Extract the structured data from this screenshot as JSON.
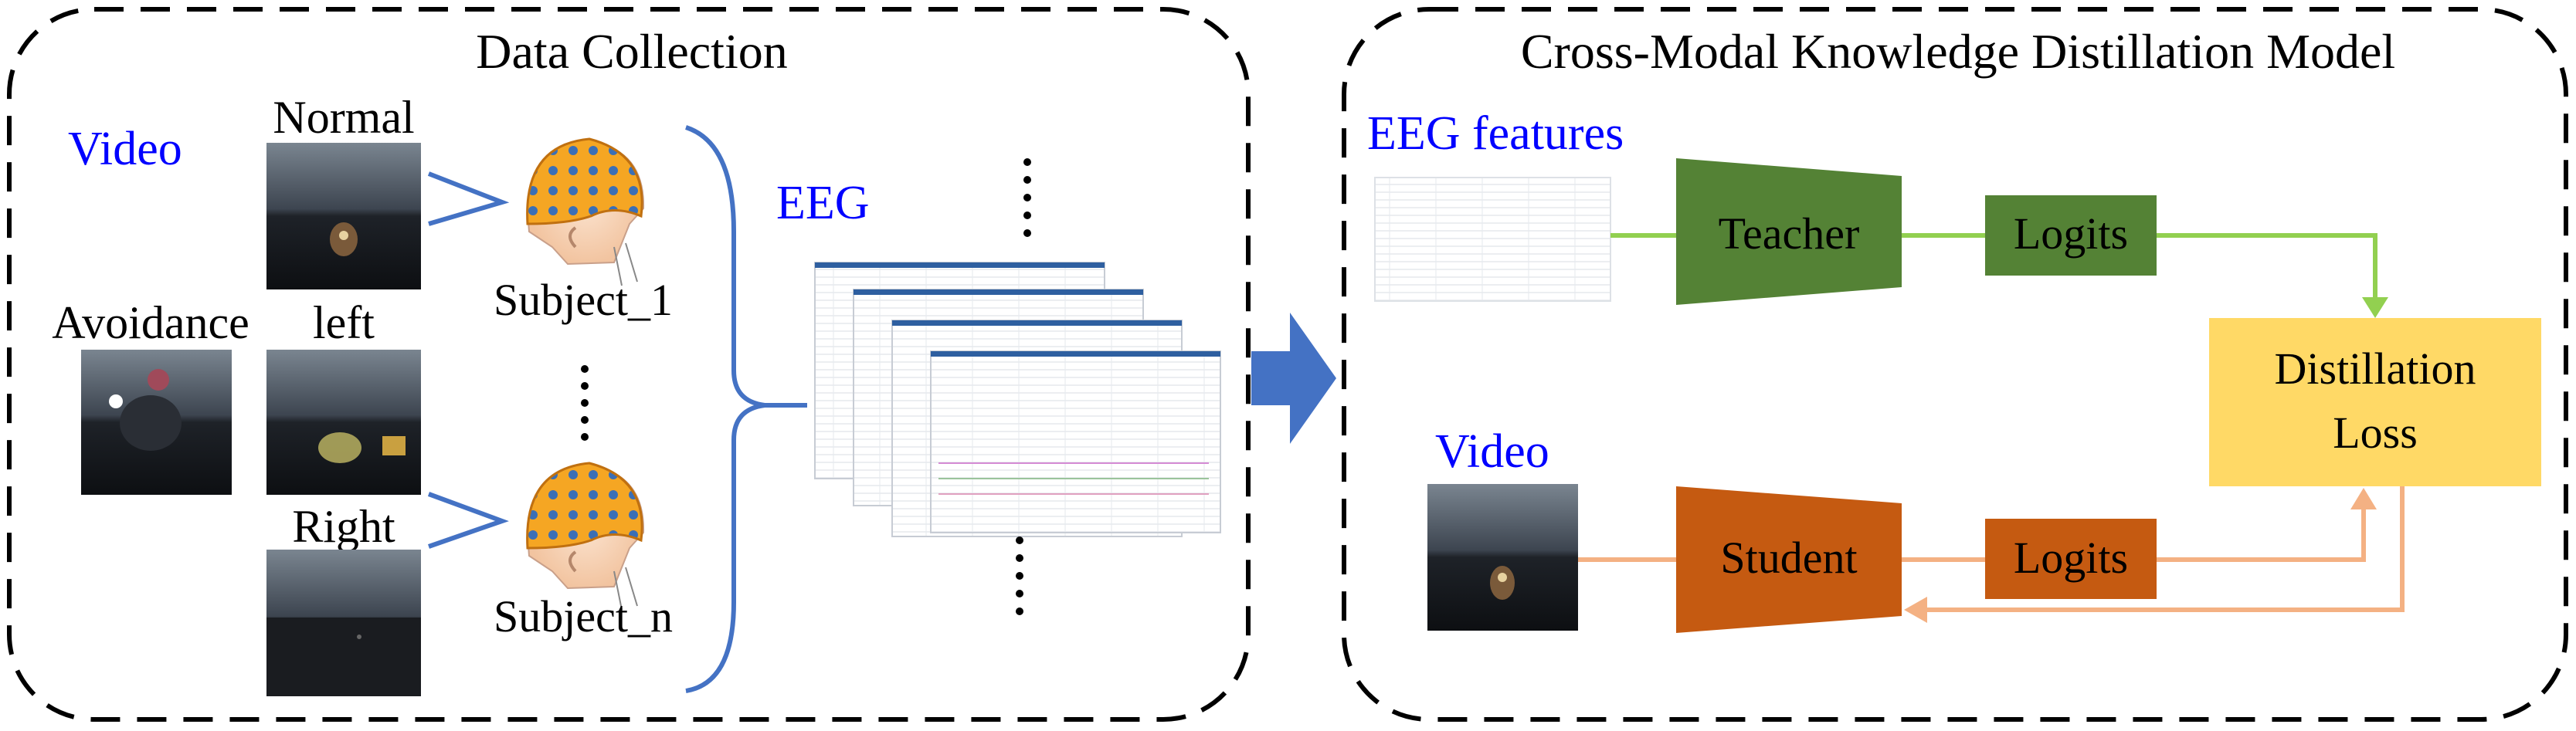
{
  "left_panel": {
    "title": "Data Collection",
    "video_label": "Video",
    "categories": [
      "Normal",
      "Avoidance",
      "left",
      "Right"
    ],
    "subjects": [
      "Subject_1",
      "Subject_n"
    ],
    "eeg_label": "EEG"
  },
  "right_panel": {
    "title": "Cross-Modal Knowledge Distillation Model",
    "eeg_features_label": "EEG features",
    "video_label": "Video",
    "teacher_label": "Teacher",
    "student_label": "Student",
    "logits_label": "Logits",
    "distillation_line1": "Distillation",
    "distillation_line2": "Loss"
  },
  "colors": {
    "teacher": "#548235",
    "student": "#c55a11",
    "distillation": "#ffd966",
    "teacher_arrow": "#92d050",
    "student_arrow": "#f4b183",
    "blue_label": "#0000ff",
    "brace": "#4472c4",
    "big_arrow": "#4472c4"
  }
}
